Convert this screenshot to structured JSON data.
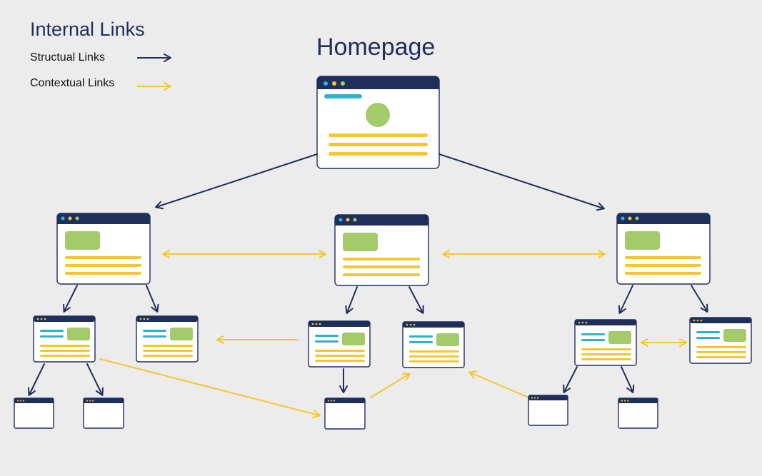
{
  "legend": {
    "title": "Internal Links",
    "structural_label": "Structual Links",
    "contextual_label": "Contextual Links"
  },
  "title": "Homepage",
  "colors": {
    "background": "#ececec",
    "navy": "#1f2f5c",
    "gold": "#f7c531",
    "green": "#a3cb6a",
    "teal": "#2fb1c9",
    "dot_blue": "#29b6e6",
    "dot_yellow": "#f7c531",
    "dot_green": "#a3cb6a"
  }
}
